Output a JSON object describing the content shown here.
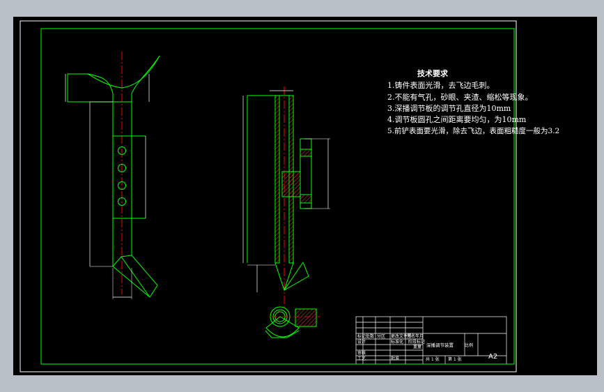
{
  "colors": {
    "background": "#b9c0c8",
    "sheet": "#000000",
    "outline": "#00ff00",
    "centerline": "#ff0000",
    "dimension": "#ffffff",
    "section": "#ff2020",
    "hatch": "#ff3333"
  },
  "tech_requirements": {
    "title": "技术要求",
    "items": [
      "1.铸件表面光滑，去飞边毛刺。",
      "2.不能有气孔，砂眼、夹渣、缩松等现象。",
      "3.深播调节板的调节孔直径为10mm",
      "4.调节板圆孔之间距离要均匀，为10mm",
      "5.前铲表面要光滑，除去飞边，表面粗糙度一般为3.2"
    ]
  },
  "title_block": {
    "mark_row": [
      "标记处数",
      "分区",
      "更改文件号",
      "签名年月"
    ],
    "design_label": "设计",
    "standardized_label": "标准化",
    "stage_label": "阶段标记",
    "weight_label": "重量",
    "scale_label": "比例",
    "review_label": "审核",
    "process_label": "工艺",
    "approve_label": "批准",
    "drawing_name": "深播调节装置",
    "sheets_total": "共 1 张",
    "sheet_no": "第 1 张",
    "paper_size": "A2"
  }
}
